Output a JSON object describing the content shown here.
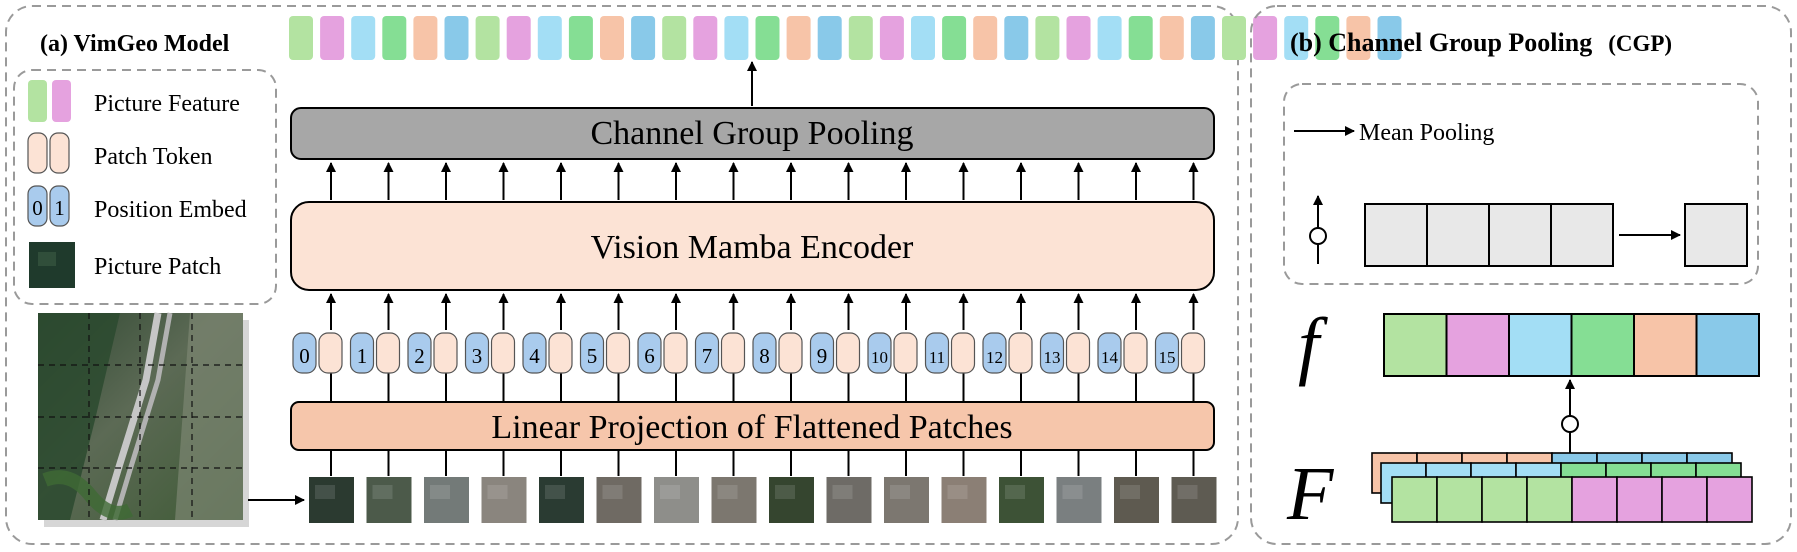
{
  "panel_a": {
    "title": "(a) VimGeo Model",
    "legend": {
      "picture_feature": "Picture Feature",
      "patch_token": "Patch Token",
      "position_embed": "Position Embed",
      "picture_patch": "Picture Patch",
      "position_digits": [
        "0",
        "1"
      ]
    },
    "cgp_block": "Channel Group Pooling",
    "encoder_block": "Vision Mamba Encoder",
    "projection_block": "Linear Projection of Flattened Patches",
    "position_numbers": [
      "0",
      "1",
      "2",
      "3",
      "4",
      "5",
      "6",
      "7",
      "8",
      "9",
      "10",
      "11",
      "12",
      "13",
      "14",
      "15"
    ]
  },
  "panel_b": {
    "title": "(b) Channel Group Pooling",
    "title_abbr": "(CGP)",
    "mean_pooling": "Mean Pooling",
    "f_label": "f",
    "F_label": "F"
  },
  "colors": {
    "green": "#b3e3a1",
    "pink": "#e5a2df",
    "light_blue": "#a3def5",
    "mid_green": "#85de94",
    "peach": "#f7c4a8",
    "sky_blue": "#89c9e9",
    "token": "#fce3d5",
    "pos_blue": "#a9cbed",
    "projection": "#f6c6ab",
    "cgp_gray": "#a7a7a7",
    "pool_gray": "#e8e8e8"
  },
  "feature_colors": [
    "green",
    "pink",
    "light_blue",
    "mid_green",
    "peach",
    "sky_blue",
    "green",
    "pink",
    "light_blue",
    "mid_green",
    "peach",
    "sky_blue",
    "green",
    "pink",
    "light_blue",
    "mid_green",
    "peach",
    "sky_blue",
    "green",
    "pink",
    "light_blue",
    "mid_green",
    "peach",
    "sky_blue",
    "green",
    "pink",
    "light_blue",
    "mid_green",
    "peach",
    "sky_blue",
    "green",
    "pink",
    "light_blue",
    "mid_green",
    "peach",
    "sky_blue"
  ],
  "f_colors": [
    "green",
    "pink",
    "light_blue",
    "mid_green",
    "peach",
    "sky_blue"
  ],
  "patch_shades": [
    "#2b3a30",
    "#4c5a4a",
    "#737a78",
    "#8a857e",
    "#2a3b32",
    "#6f6a63",
    "#8e8e8a",
    "#7c776f",
    "#35452f",
    "#6e6b66",
    "#7c7770",
    "#8b7f75",
    "#3d5236",
    "#7a7f80",
    "#5e5a50",
    "#5e5b52"
  ]
}
